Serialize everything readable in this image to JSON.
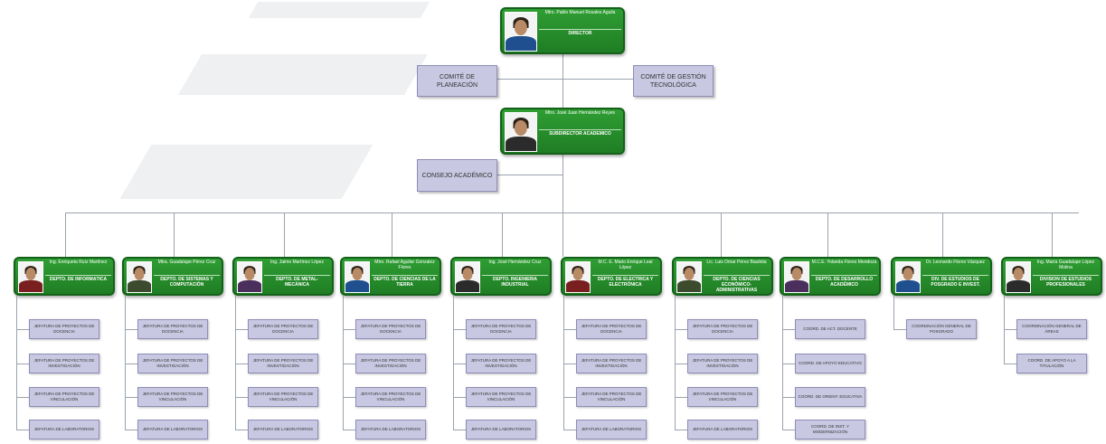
{
  "director": {
    "name": "Mtro. Pablo Manuel Rosales Aguila",
    "title": "DIRECTOR"
  },
  "subdirector": {
    "name": "Mtro. José Juan Hernández Reyes",
    "title": "SUBDIRECTOR ACADÉMICO"
  },
  "committees": {
    "planning": "COMITÉ DE PLANEACIÓN",
    "technology": "COMITÉ DE GESTIÓN TECNOLÓGICA",
    "council": "CONSEJO ACADÉMICO"
  },
  "departments": [
    {
      "name": "Ing. Enriqueta Ruíz Martínez",
      "title": "DEPTO. DE INFORMÁTICA",
      "units": [
        "JEFATURA DE PROYECTOS DE DOCENCIA",
        "JEFATURA DE PROYECTOS DE INVESTIGACIÓN",
        "JEFATURA DE PROYECTOS DE VINCULACIÓN",
        "JEFATURA DE LABORATORIOS"
      ]
    },
    {
      "name": "Mtra. Guadalupe Pérez Cruz",
      "title": "DEPTO. DE SISTEMAS Y COMPUTACIÓN",
      "units": [
        "JEFATURA DE PROYECTOS DE DOCENCIA",
        "JEFATURA DE PROYECTOS DE INVESTIGACIÓN",
        "JEFATURA DE PROYECTOS DE VINCULACIÓN",
        "JEFATURA DE LABORATORIOS"
      ]
    },
    {
      "name": "Ing. Jaime Martínez López",
      "title": "DEPTO. DE METAL-MECÁNICA",
      "units": [
        "JEFATURA DE PROYECTOS DE DOCENCIA",
        "JEFATURA DE PROYECTOS DE INVESTIGACIÓN",
        "JEFATURA DE PROYECTOS DE VINCULACIÓN",
        "JEFATURA DE LABORATORIOS"
      ]
    },
    {
      "name": "Mtro. Rafael Aguilar Gonzalez Flores",
      "title": "DEPTO. DE CIENCIAS DE LA TIERRA",
      "units": [
        "JEFATURA DE PROYECTOS DE DOCENCIA",
        "JEFATURA DE PROYECTOS DE INVESTIGACIÓN",
        "JEFATURA DE PROYECTOS DE VINCULACIÓN",
        "JEFATURA DE LABORATORIOS"
      ]
    },
    {
      "name": "Ing. José Hernández Cruz",
      "title": "DEPTO. INGENIERÍA INDUSTRIAL",
      "units": [
        "JEFATURA DE PROYECTOS DE DOCENCIA",
        "JEFATURA DE PROYECTOS DE INVESTIGACIÓN",
        "JEFATURA DE PROYECTOS DE VINCULACIÓN",
        "JEFATURA DE LABORATORIOS"
      ]
    },
    {
      "name": "M.C. E. Mario Enrique Leal López",
      "title": "DEPTO. DE ELÉCTRICA Y ELECTRÓNICA",
      "units": [
        "JEFATURA DE PROYECTOS DE DOCENCIA",
        "JEFATURA DE PROYECTOS DE INVESTIGACIÓN",
        "JEFATURA DE PROYECTOS DE VINCULACIÓN",
        "JEFATURA DE LABORATORIOS"
      ]
    },
    {
      "name": "Lic. Luis Omar Pérez Bautista",
      "title": "DEPTO. DE CIENCIAS ECONÓMICO-ADMINISTRATIVAS",
      "units": [
        "JEFATURA DE PROYECTOS DE DOCENCIA",
        "JEFATURA DE PROYECTOS DE INVESTIGACIÓN",
        "JEFATURA DE PROYECTOS DE VINCULACIÓN",
        "JEFATURA DE LABORATORIOS"
      ]
    },
    {
      "name": "M.C.E. Yolanda Flores Mendoza",
      "title": "DEPTO. DE DESARROLLO ACADÉMICO",
      "units": [
        "COORD. DE ACT. DOCENTE",
        "COORD. DE APOYO EDUCATIVO",
        "COORD. DE ORIENT. EDUCATIVA",
        "COORD. DE INST. Y MODERNIZACIÓN"
      ]
    },
    {
      "name": "Dr. Leonardo Flores Vázquez",
      "title": "DIV. DE ESTUDIOS DE POSGRADO E INVEST.",
      "units": [
        "COORDINACIÓN GENERAL DE POSGRADO"
      ]
    },
    {
      "name": "Ing. María Guadalupe López Molina",
      "title": "DIVISIÓN DE ESTUDIOS PROFESIONALES",
      "units": [
        "COORDINACIÓN GENERAL DE ÁREAS",
        "COORD. DE APOYO A LA TITULACIÓN"
      ]
    }
  ]
}
